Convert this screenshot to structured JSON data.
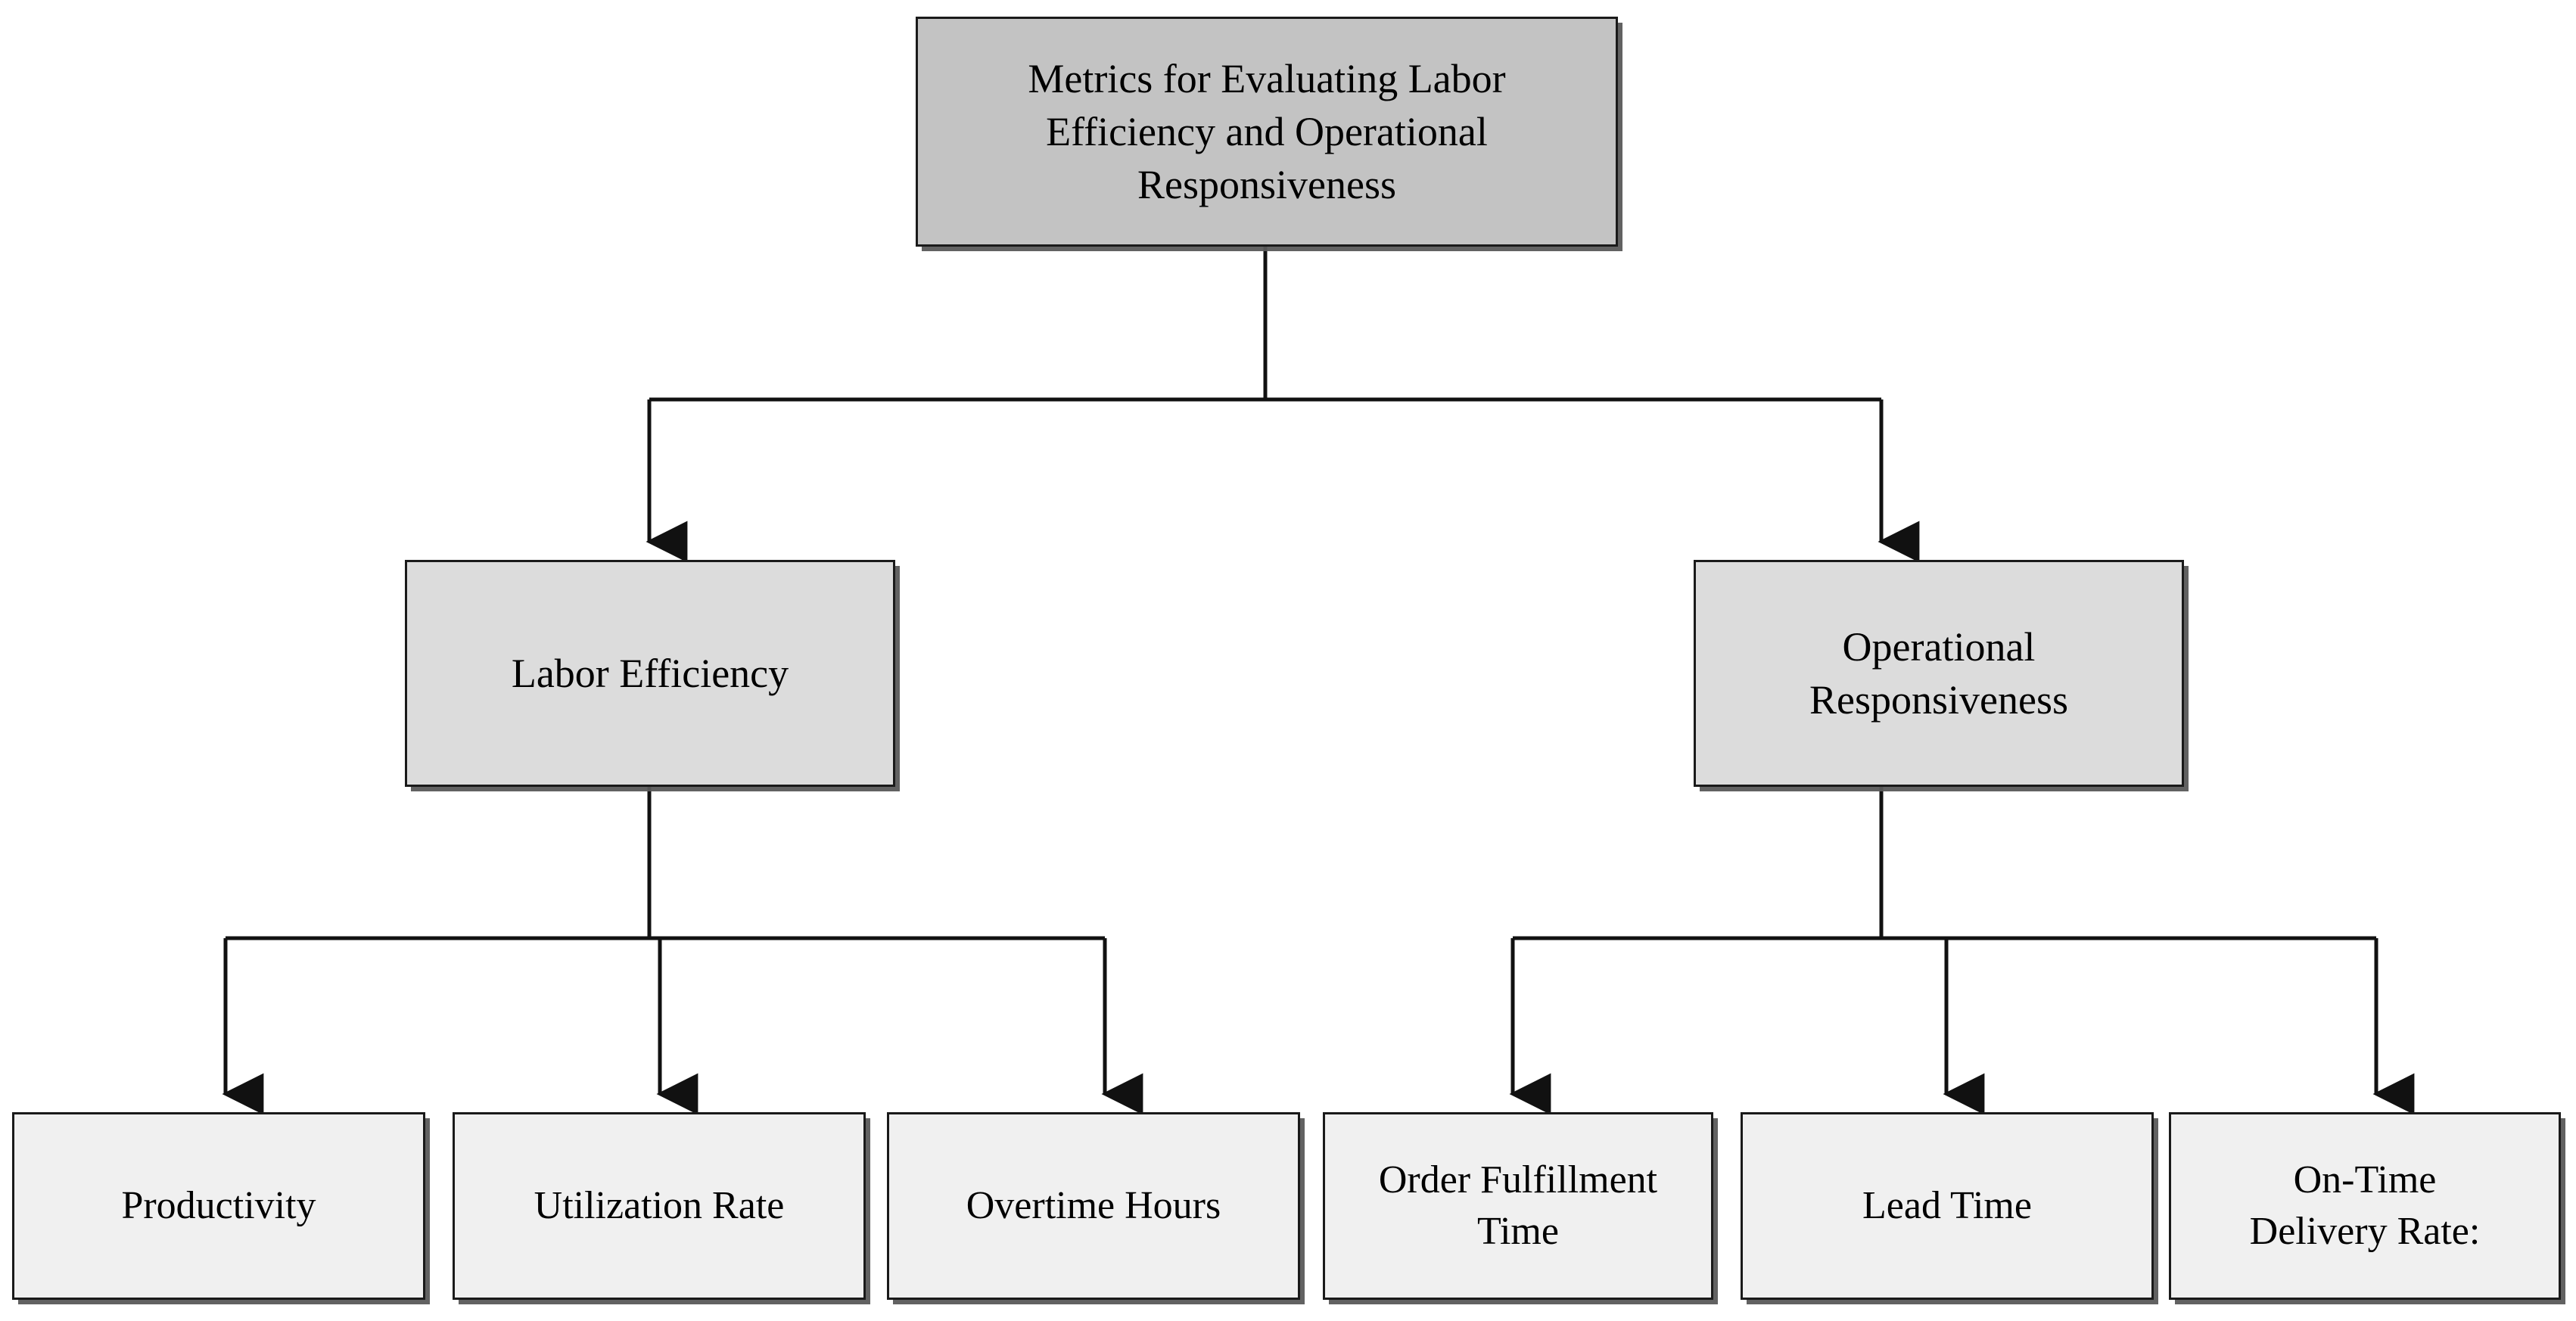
{
  "diagram": {
    "type": "hierarchy-tree",
    "title": "Metrics for Evaluating Labor Efficiency and Operational Responsiveness",
    "colors": {
      "root_fill": "#c3c3c3",
      "branch_fill": "#dcdcdc",
      "leaf_fill": "#f0f0f0",
      "border": "#1a1a1a",
      "shadow": "#5a5a5a",
      "background": "#ffffff",
      "text": "#000000"
    },
    "root": {
      "label": "Metrics for Evaluating Labor\nEfficiency and Operational\nResponsiveness"
    },
    "branches": [
      {
        "label": "Labor Efficiency",
        "children": [
          {
            "label": "Productivity"
          },
          {
            "label": "Utilization Rate"
          },
          {
            "label": "Overtime Hours"
          }
        ]
      },
      {
        "label": "Operational\nResponsiveness",
        "children": [
          {
            "label": "Order Fulfillment\nTime"
          },
          {
            "label": "Lead Time"
          },
          {
            "label": "On-Time\nDelivery Rate:"
          }
        ]
      }
    ],
    "leaves": [
      {
        "label": "Productivity"
      },
      {
        "label": "Utilization Rate"
      },
      {
        "label": "Overtime Hours"
      },
      {
        "label": "Order Fulfillment\nTime"
      },
      {
        "label": "Lead Time"
      },
      {
        "label": "On-Time\nDelivery Rate:"
      }
    ]
  }
}
